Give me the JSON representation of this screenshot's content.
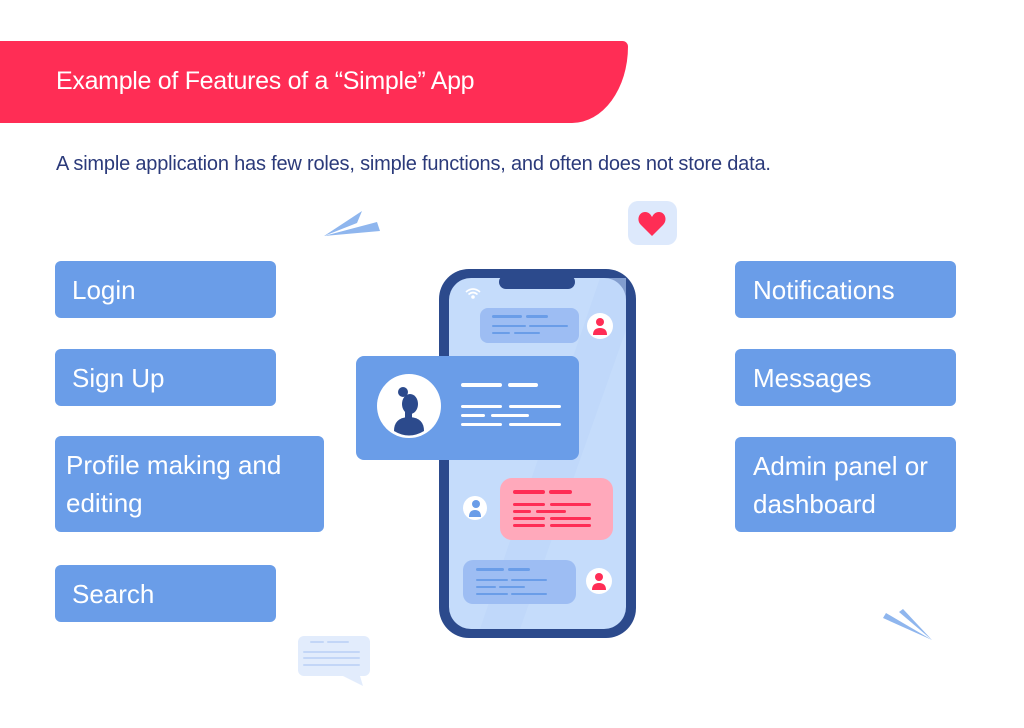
{
  "header": {
    "title": "Example of Features of a “Simple” App",
    "subtitle": "A simple application has few roles, simple functions, and often does not store data."
  },
  "features": {
    "left": [
      {
        "label": "Login"
      },
      {
        "label": "Sign Up"
      },
      {
        "label": "Profile making and editing"
      },
      {
        "label": "Search"
      }
    ],
    "right": [
      {
        "label": "Notifications"
      },
      {
        "label": "Messages"
      },
      {
        "label": "Admin panel or dashboard"
      }
    ]
  },
  "illustration": {
    "icons": [
      "paper-plane-icon",
      "heart-icon",
      "wifi-icon",
      "user-avatar-icon",
      "chat-bubble-icon",
      "smartphone-icon"
    ]
  },
  "colors": {
    "banner": "#ff2d55",
    "feature_box": "#6a9de8",
    "subtitle_text": "#2b3a7a",
    "phone_frame": "#2c4a8c",
    "phone_screen": "#c5dcfb",
    "accent_pink": "#ffa9bb"
  }
}
